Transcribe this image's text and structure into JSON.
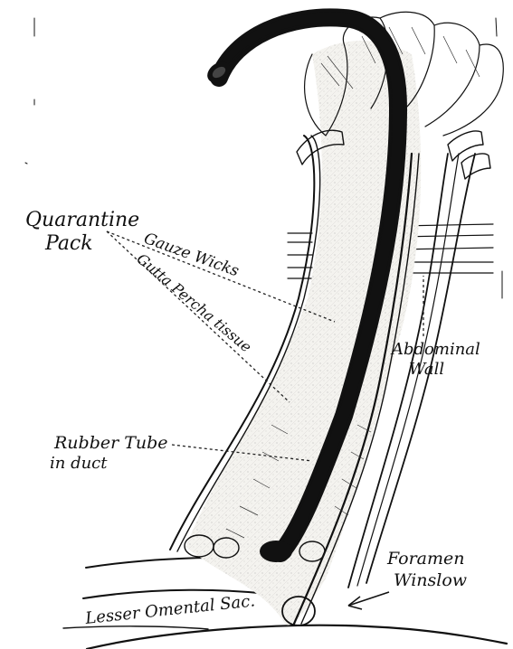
{
  "labels": {
    "quarantine_line1": "Quarantine",
    "quarantine_line2": "Pack",
    "gauze": "Gauze Wicks",
    "gutta": "Gutta Percha tissue",
    "abdominal_line1": "Abdominal",
    "abdominal_line2": "Wall",
    "rubber_line1": "Rubber Tube",
    "rubber_line2": "in duct",
    "foramen_line1": "Foramen",
    "foramen_line2": "Winslow",
    "lesser": "Lesser Omental Sac."
  }
}
